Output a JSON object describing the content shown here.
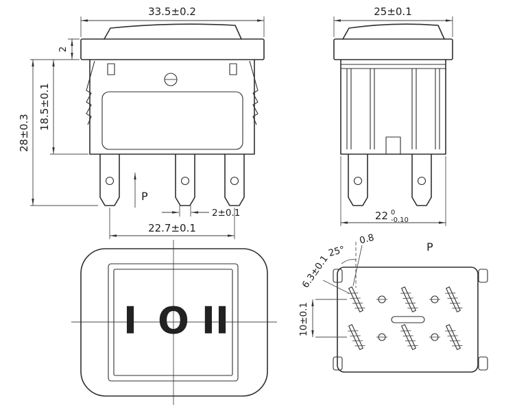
{
  "drawing": {
    "front_view": {
      "dim_width": "33.5±0.2",
      "dim_bezel": "2",
      "dim_total_height": "28±0.3",
      "dim_body_height": "18.5±0.1",
      "dim_terminal": "2±0.1",
      "dim_terminal_span": "22.7±0.1",
      "label_force": "P"
    },
    "side_view": {
      "dim_width": "25±0.1",
      "dim_base": "22",
      "dim_base_tol_upper": "0",
      "dim_base_tol_lower": "-0.10"
    },
    "top_view": {
      "marking_left": "I",
      "marking_center": "O",
      "marking_right": "II"
    },
    "bottom_view": {
      "dim_thickness": "0.8",
      "dim_angle": "25°",
      "dim_terminal_width": "6.3±0.1",
      "dim_row_pitch": "10±0.1",
      "label_force": "P"
    }
  }
}
